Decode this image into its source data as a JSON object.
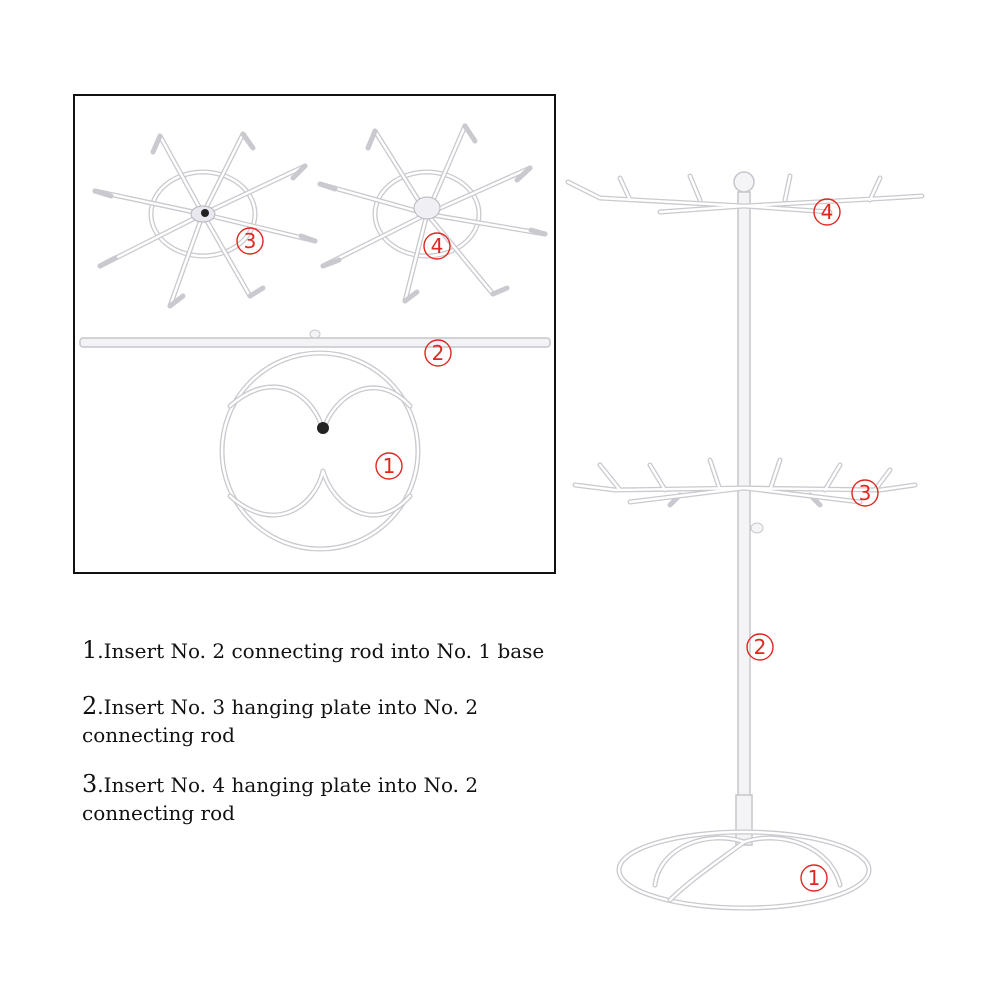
{
  "parts": {
    "label_plate_3": "3",
    "label_plate_4": "4",
    "label_rod": "2",
    "label_base": "1"
  },
  "assembled": {
    "label_top": "4",
    "label_mid": "3",
    "label_rod": "2",
    "label_base": "1"
  },
  "instructions": [
    {
      "num": "1",
      "text": ".Insert No. 2 connecting rod into No. 1 base"
    },
    {
      "num": "2",
      "text": ".Insert No. 3 hanging plate into No. 2",
      "cont": "connecting rod"
    },
    {
      "num": "3",
      "text": ".Insert No. 4 hanging plate into No. 2",
      "cont": "connecting rod"
    }
  ],
  "colors": {
    "label": "#e0261e",
    "wire": "#c9c9cf",
    "frame": "#111111"
  }
}
